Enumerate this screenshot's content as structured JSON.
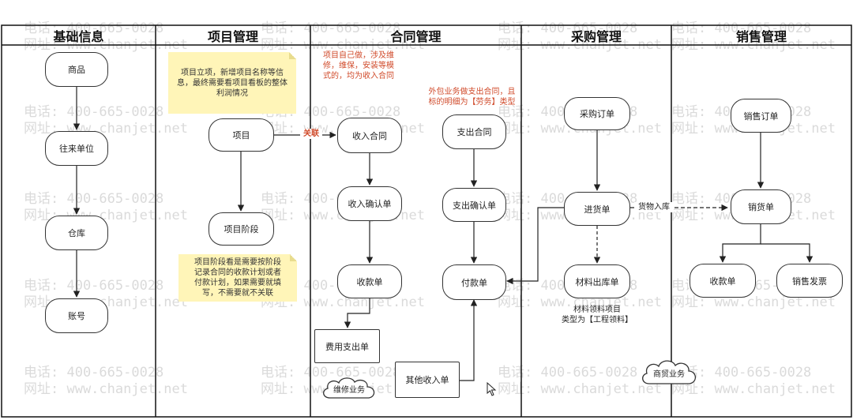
{
  "lanes": {
    "basic": "基础信息",
    "project": "项目管理",
    "contract": "合同管理",
    "purchase": "采购管理",
    "sales": "销售管理"
  },
  "nodes": {
    "goods": "商品",
    "partner": "往来单位",
    "warehouse": "仓库",
    "account": "账号",
    "project": "项目",
    "project_stage": "项目阶段",
    "income_contract": "收入合同",
    "income_confirm": "收入确认单",
    "receipt_c": "收款单",
    "expense_pay": "费用支出单",
    "expense_contract": "支出合同",
    "expense_confirm": "支出确认单",
    "payment": "付款单",
    "other_income": "其他收入单",
    "purchase_order": "采购订单",
    "purchase_in": "进货单",
    "material_out": "材料出库单",
    "sales_order": "销售订单",
    "sales_delivery": "销货单",
    "receipt_s": "收款单",
    "sales_invoice": "销售发票"
  },
  "notes": {
    "project_setup": [
      "项目立项，新增项目名称等信",
      "息，最终需要看项目看板的整体",
      "利润情况"
    ],
    "project_stage": [
      "项目阶段看是需要按阶段",
      "记录合同的收款计划或者",
      "付款计划，如果需要就填",
      "写，不需要就不关联"
    ]
  },
  "annotations": {
    "income_contract_note": [
      "项目自己做，涉及维",
      "修，维保，安装等模",
      "式的，均为收入合同"
    ],
    "outsource_note": [
      "外包业务做支出合同，且",
      "标的明细为【劳务】类型"
    ],
    "material_note": [
      "材料领料项目",
      "类型为【工程领料】"
    ],
    "link_label": "关联",
    "goods_in_label": "货物入库"
  },
  "clouds": {
    "repair": "维修业务",
    "trade": "商贸业务"
  },
  "watermark": {
    "phone": "电话: 400-665-0028",
    "site": "网址: www.chanjet.net"
  },
  "colors": {
    "annotation_red": "#d04a2a",
    "note_fill": "#fff5b8",
    "line": "#333333"
  }
}
